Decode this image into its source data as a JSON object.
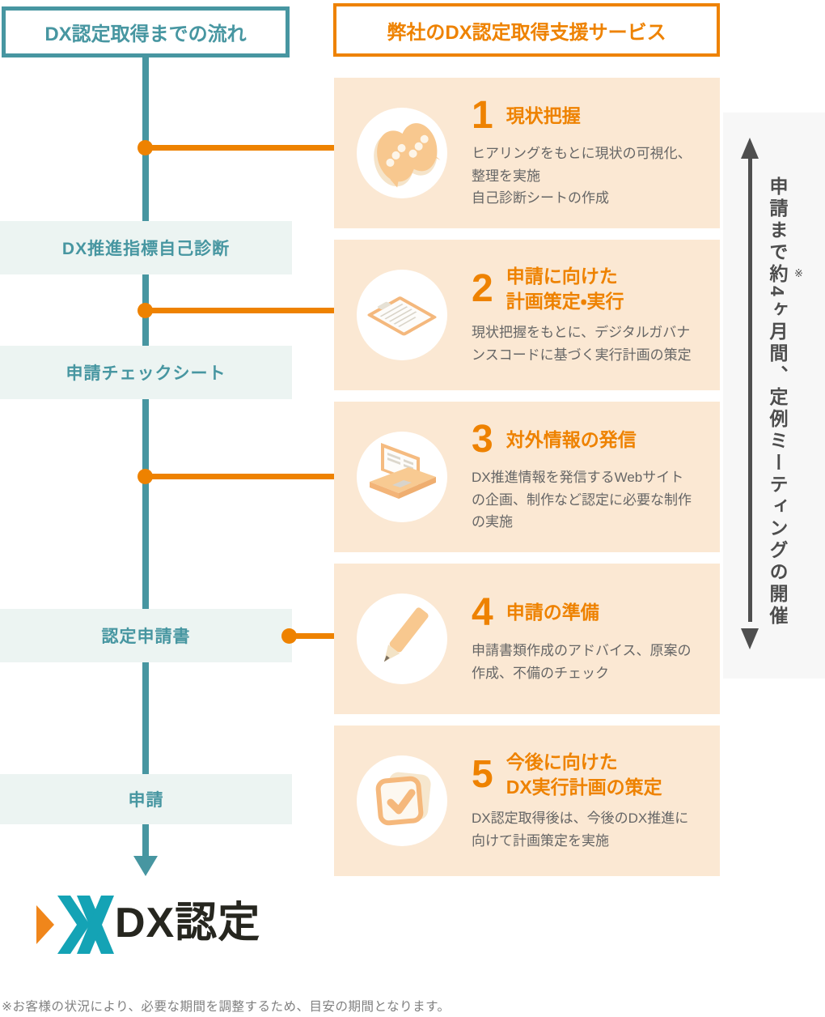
{
  "left_flow": {
    "header": "DX認定取得までの流れ",
    "milestones": [
      "DX推進指標自己診断",
      "申請チェックシート",
      "認定申請書",
      "申請"
    ],
    "logo_text": "DX認定"
  },
  "right_services": {
    "header": "弊社のDX認定取得支援サービス",
    "steps": [
      {
        "number": "1",
        "title": "現状把握",
        "body": "ヒアリングをもとに現状の可視化、\n整理を実施\n自己診断シートの作成",
        "icon": "speech-bubbles-icon"
      },
      {
        "number": "2",
        "title": "申請に向けた\n計画策定・実行",
        "body": "現状把握をもとに、デジタルガバナ\nンスコードに基づく実行計画の策定",
        "icon": "clipboard-icon"
      },
      {
        "number": "3",
        "title": "対外情報の発信",
        "body": "DX推進情報を発信するWebサイト\nの企画、制作など認定に必要な制作\nの実施",
        "icon": "laptop-icon"
      },
      {
        "number": "4",
        "title": "申請の準備",
        "body": "申請書類作成のアドバイス、原案の\n作成、不備のチェック",
        "icon": "pencil-icon"
      },
      {
        "number": "5",
        "title": "今後に向けた\nDX実行計画の策定",
        "body": "DX認定取得後は、今後のDX推進に\n向けて計画策定を実施",
        "icon": "check-document-icon"
      }
    ]
  },
  "duration_panel": {
    "text": "申請まで約4ヶ月間、定例ミーティングの開催",
    "asterisk": "※"
  },
  "footnote": "※お客様の状況により、必要な期間を調整するため、目安の期間となります。",
  "colors": {
    "accent_orange": "#EE8200",
    "teal": "#4796A1",
    "card_bg": "#FBE8D3",
    "band_bg": "#ECF4F2",
    "panel_bg": "#F7F7F7",
    "icon_orange": "#F8C88F",
    "body_text": "#666666",
    "note_text": "#7F7F7F",
    "arrow_gray": "#4F4F4F",
    "logo_teal": "#14A3B5",
    "logo_orange": "#F0861B",
    "logo_text_color": "#26261F"
  }
}
